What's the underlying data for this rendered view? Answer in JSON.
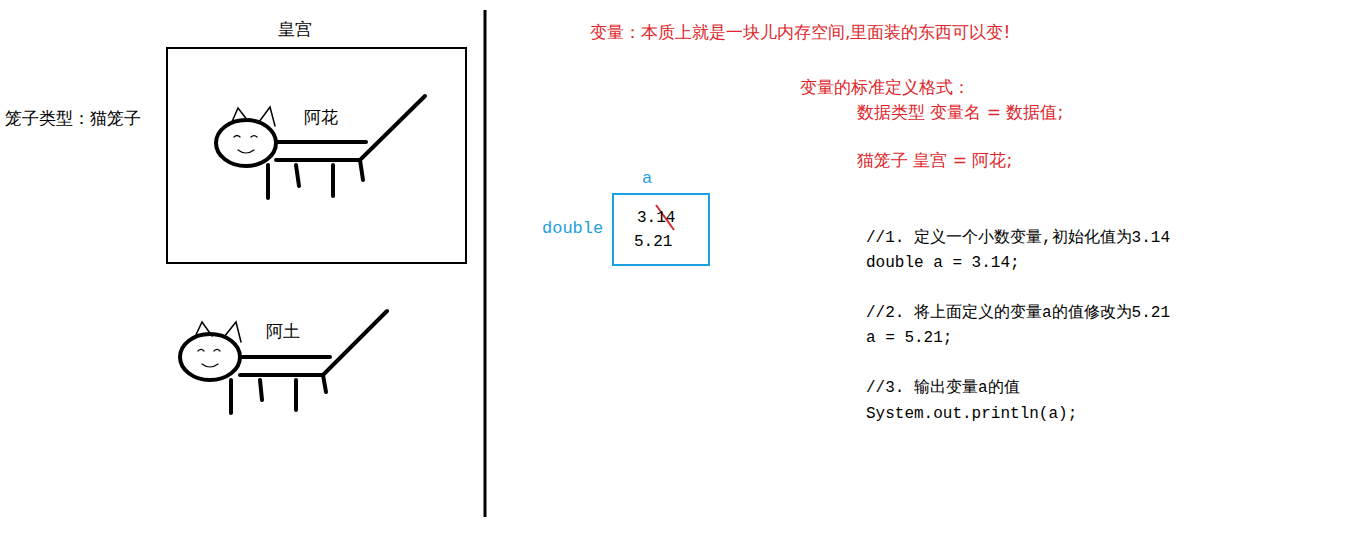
{
  "diagram": {
    "nodes": [
      {
        "text": [
          "皇宫",
          "阿花"
        ]
      },
      {
        "text": [
          "a",
          "double",
          "3.14",
          "5.21"
        ]
      }
    ],
    "labels": [
      "笼子类型：猫笼子",
      "阿土",
      "变量：本质上就是一块儿内存空间,里面装的东西可以变!",
      "变量的标准定义格式：",
      "数据类型   变量名  =  数据值;",
      "猫笼子     皇宫   = 阿花;",
      "//1. 定义一个小数变量,初始化值为3.14",
      "double a = 3.14;",
      "//2. 将上面定义的变量a的值修改为5.21",
      "a = 5.21;",
      "//3. 输出变量a的值",
      "System.out.println(a);"
    ]
  }
}
